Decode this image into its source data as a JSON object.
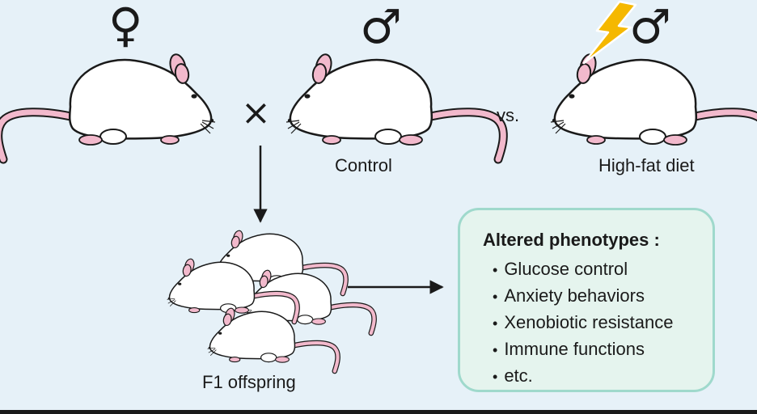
{
  "parents": {
    "female_symbol": "♀",
    "cross_symbol": "×",
    "male_control_symbol": "♂",
    "male_control_label": "Control",
    "comparison_label": "vs.",
    "male_hfd_symbol": "♂",
    "male_hfd_label": "High-fat diet"
  },
  "offspring": {
    "label": "F1 offspring"
  },
  "phenotypes": {
    "title": "Altered phenotypes :",
    "items": [
      "Glucose control",
      "Anxiety behaviors",
      "Xenobiotic resistance",
      "Immune functions",
      "etc."
    ]
  },
  "colors": {
    "background": "#e6f1f8",
    "mouse_body": "#ffffff",
    "mouse_pink": "#f2b9cc",
    "box_fill": "#e5f4ee",
    "box_border": "#9fd9cc",
    "lightning": "#f5b800"
  },
  "icons": [
    "mouse-icon",
    "lightning-bolt-icon",
    "arrow-down-icon",
    "arrow-right-icon"
  ]
}
